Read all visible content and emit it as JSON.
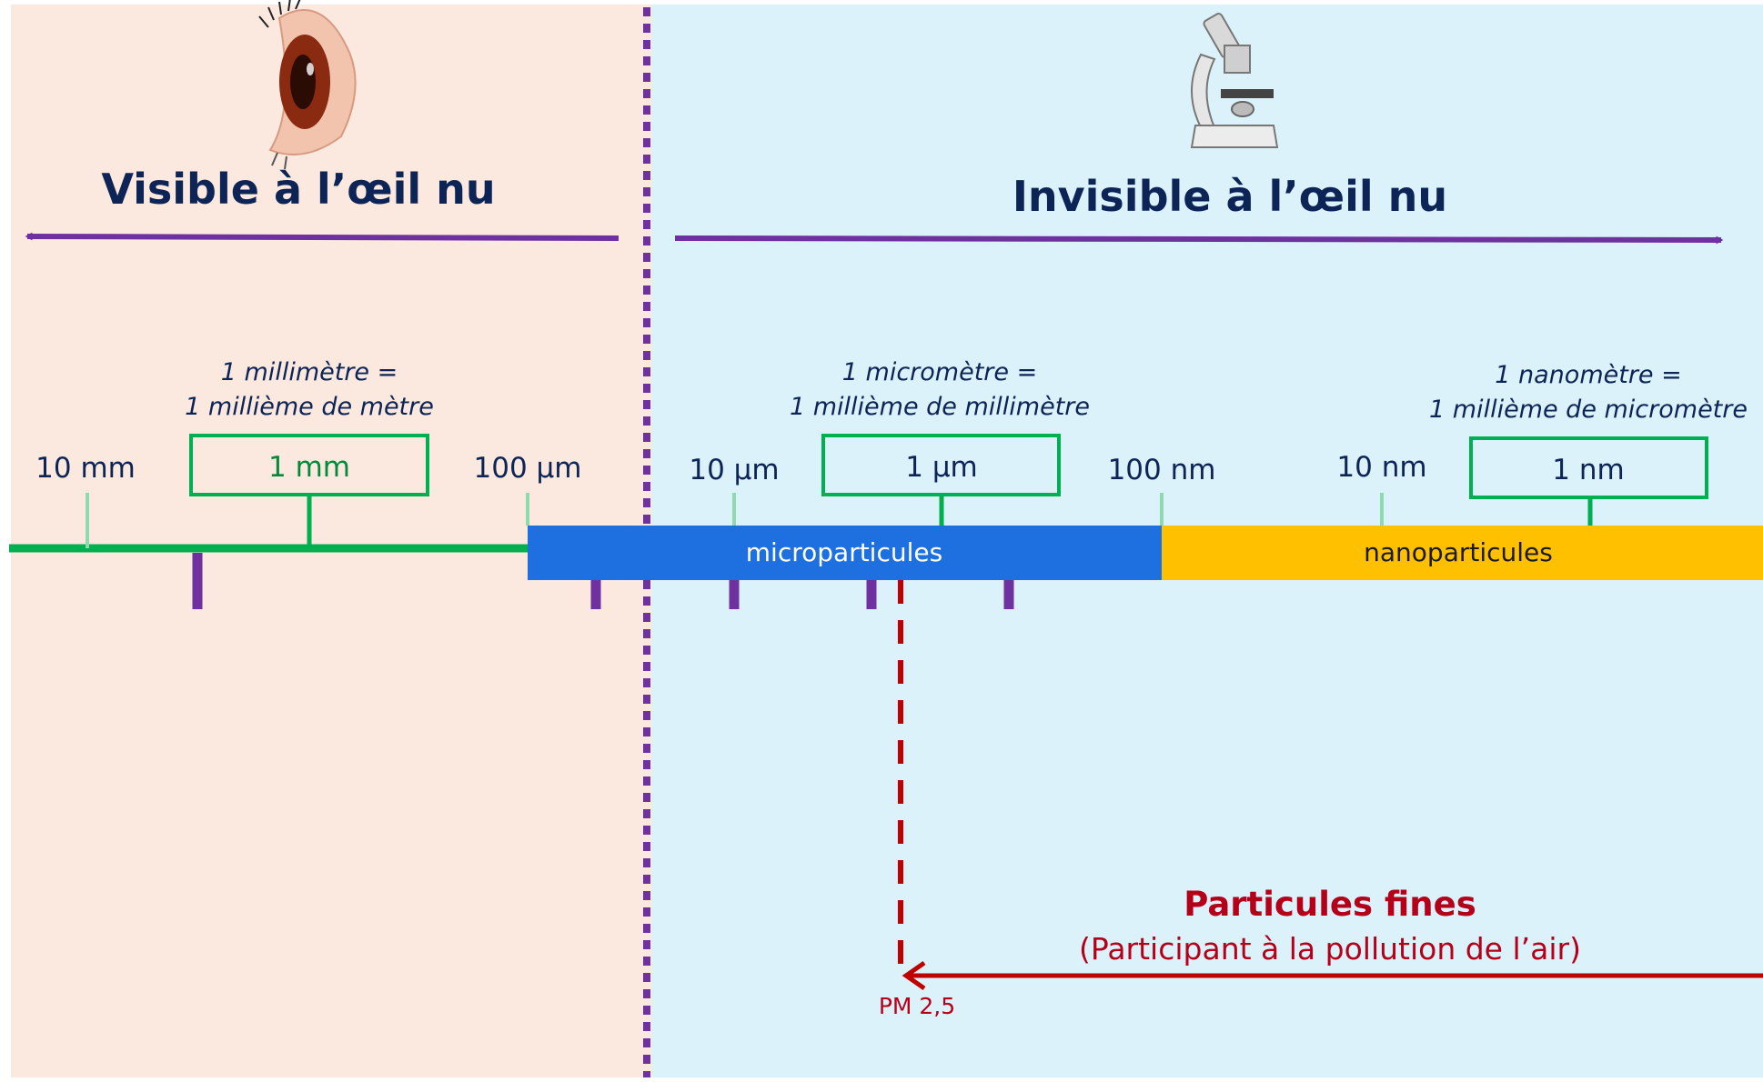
{
  "colors": {
    "visible_bg": "#fbe8de",
    "invisible_bg": "#dcf2fb",
    "purple": "#6f30a0",
    "green": "#00b050",
    "light_green": "#8fd9ae",
    "blue": "#1e6fe0",
    "orange": "#ffc000",
    "red": "#c00000",
    "navy": "#0d2456"
  },
  "icons": {
    "eye": "eye-icon",
    "microscope": "microscope-icon"
  },
  "headings": {
    "visible": "Visible à l’œil nu",
    "invisible": "Invisible à l’œil nu"
  },
  "scale_labels": {
    "mm10": "10 mm",
    "mm1": "1 mm",
    "um100": "100 µm",
    "um10": "10 µm",
    "um1": "1 µm",
    "nm100": "100 nm",
    "nm10": "10 nm",
    "nm1": "1 nm"
  },
  "definitions": {
    "millimetre": {
      "line1": "1 millimètre =",
      "line2": "1 millième de mètre"
    },
    "micrometre": {
      "line1": "1 micromètre =",
      "line2": "1 millième de millimètre"
    },
    "nanometre": {
      "line1": "1 nanomètre =",
      "line2": "1 millième de micromètre"
    }
  },
  "bands": {
    "micro": "microparticules",
    "nano": "nanoparticules"
  },
  "fine_particles": {
    "title": "Particules fines",
    "subtitle": "(Participant à la pollution de l’air)",
    "marker": "PM 2,5"
  }
}
